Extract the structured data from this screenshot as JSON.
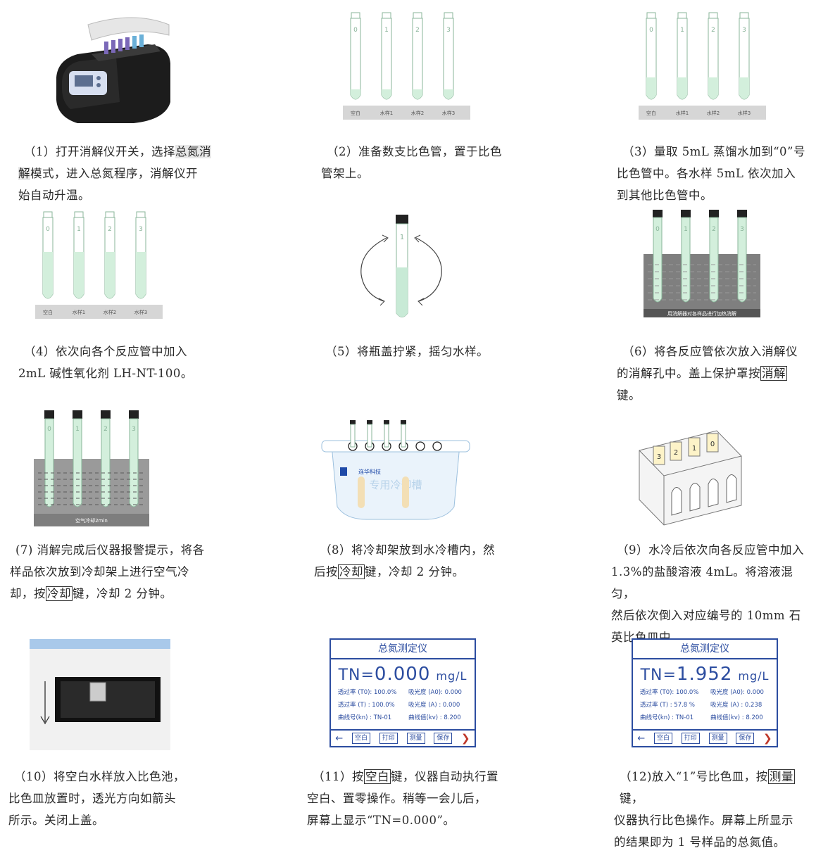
{
  "steps": [
    {
      "lines": [
        "（1）打开消解仪开关，选择总氮消",
        "解模式，进入总氮程序，消解仪开",
        "始自动升温。"
      ]
    },
    {
      "lines": [
        "（2）准备数支比色管，置于比色",
        "管架上。"
      ]
    },
    {
      "lines": [
        "（3）量取 5mL 蒸馏水加到“0”号",
        "比色管中。各水样 5mL 依次加入",
        "到其他比色管中。"
      ]
    },
    {
      "lines": [
        "（4）依次向各个反应管中加入",
        "2mL 碱性氧化剂 LH-NT-100。"
      ]
    },
    {
      "lines": [
        "（5）将瓶盖拧紧，摇匀水样。"
      ]
    },
    {
      "lines": [
        "（6）将各反应管依次放入消解仪",
        "的消解孔中。盖上保护罩按消解",
        "键。"
      ]
    },
    {
      "lines": [
        "(7) 消解完成后仪器报警提示，将各",
        "样品依次放到冷却架上进行空气冷",
        "却，按冷却键，冷却 2 分钟。"
      ]
    },
    {
      "lines": [
        "（8）将冷却架放到水冷槽内，然",
        "后按冷却键，冷却 2 分钟。"
      ]
    },
    {
      "lines": [
        "（9）水冷后依次向各反应管中加入",
        "1.3%的盐酸溶液 4mL。将溶液混匀，",
        "然后依次倒入对应编号的 10mm 石",
        "英比色皿中。"
      ]
    },
    {
      "lines": [
        "（10）将空白水样放入比色池，",
        "比色皿放置时，透光方向如箭头",
        "所示。关闭上盖。"
      ]
    },
    {
      "lines": [
        "（11）按空白键，仪器自动执行置",
        "空白、置零操作。稍等一会儿后，",
        "屏幕上显示“TN=0.000”。"
      ]
    },
    {
      "lines": [
        "（12)放入“1”号比色皿，按测量键，",
        "仪器执行比色操作。屏幕上所显示",
        "的结果即为 1 号样品的总氮值。"
      ]
    }
  ],
  "tube_labels": [
    "0",
    "1",
    "2",
    "3"
  ],
  "rack_labels": [
    "空白",
    "水样1",
    "水样2",
    "水样3"
  ],
  "shake_tube_label": "1",
  "digestor_plate": "用消解器对各样品进行加热消解",
  "air_plate": "空气冷却2min",
  "cooler_brand": "连华科技",
  "cooler_mark": "专用冷却槽",
  "cuvette_labels": [
    "3",
    "2",
    "1",
    "0"
  ],
  "screen_a": {
    "title": "总氮测定仪",
    "tn_prefix": "TN=",
    "tn_value": "0.000",
    "tn_unit": "mg/L",
    "row1a": "透过率 (T0): 100.0%",
    "row1b": "吸光度 (A0): 0.000",
    "row2a": "透过率 (T) : 100.0%",
    "row2b": "吸光度 (A) : 0.000",
    "row3a": "曲线号(kn) : TN-01",
    "row3b": "曲线值(kv) : 8.200",
    "btn_blank": "空白",
    "btn_print": "打印",
    "btn_measure": "测量",
    "btn_save": "保存"
  },
  "screen_b": {
    "title": "总氮测定仪",
    "tn_prefix": "TN=",
    "tn_value": "1.952",
    "tn_unit": "mg/L",
    "row1a": "透过率 (T0): 100.0%",
    "row1b": "吸光度 (A0): 0.000",
    "row2a": "透过率 (T) : 57.8 %",
    "row2b": "吸光度 (A) : 0.238",
    "row3a": "曲线号(kn) : TN-01",
    "row3b": "曲线值(kv) : 8.200",
    "btn_blank": "空白",
    "btn_print": "打印",
    "btn_measure": "测量",
    "btn_save": "保存"
  }
}
